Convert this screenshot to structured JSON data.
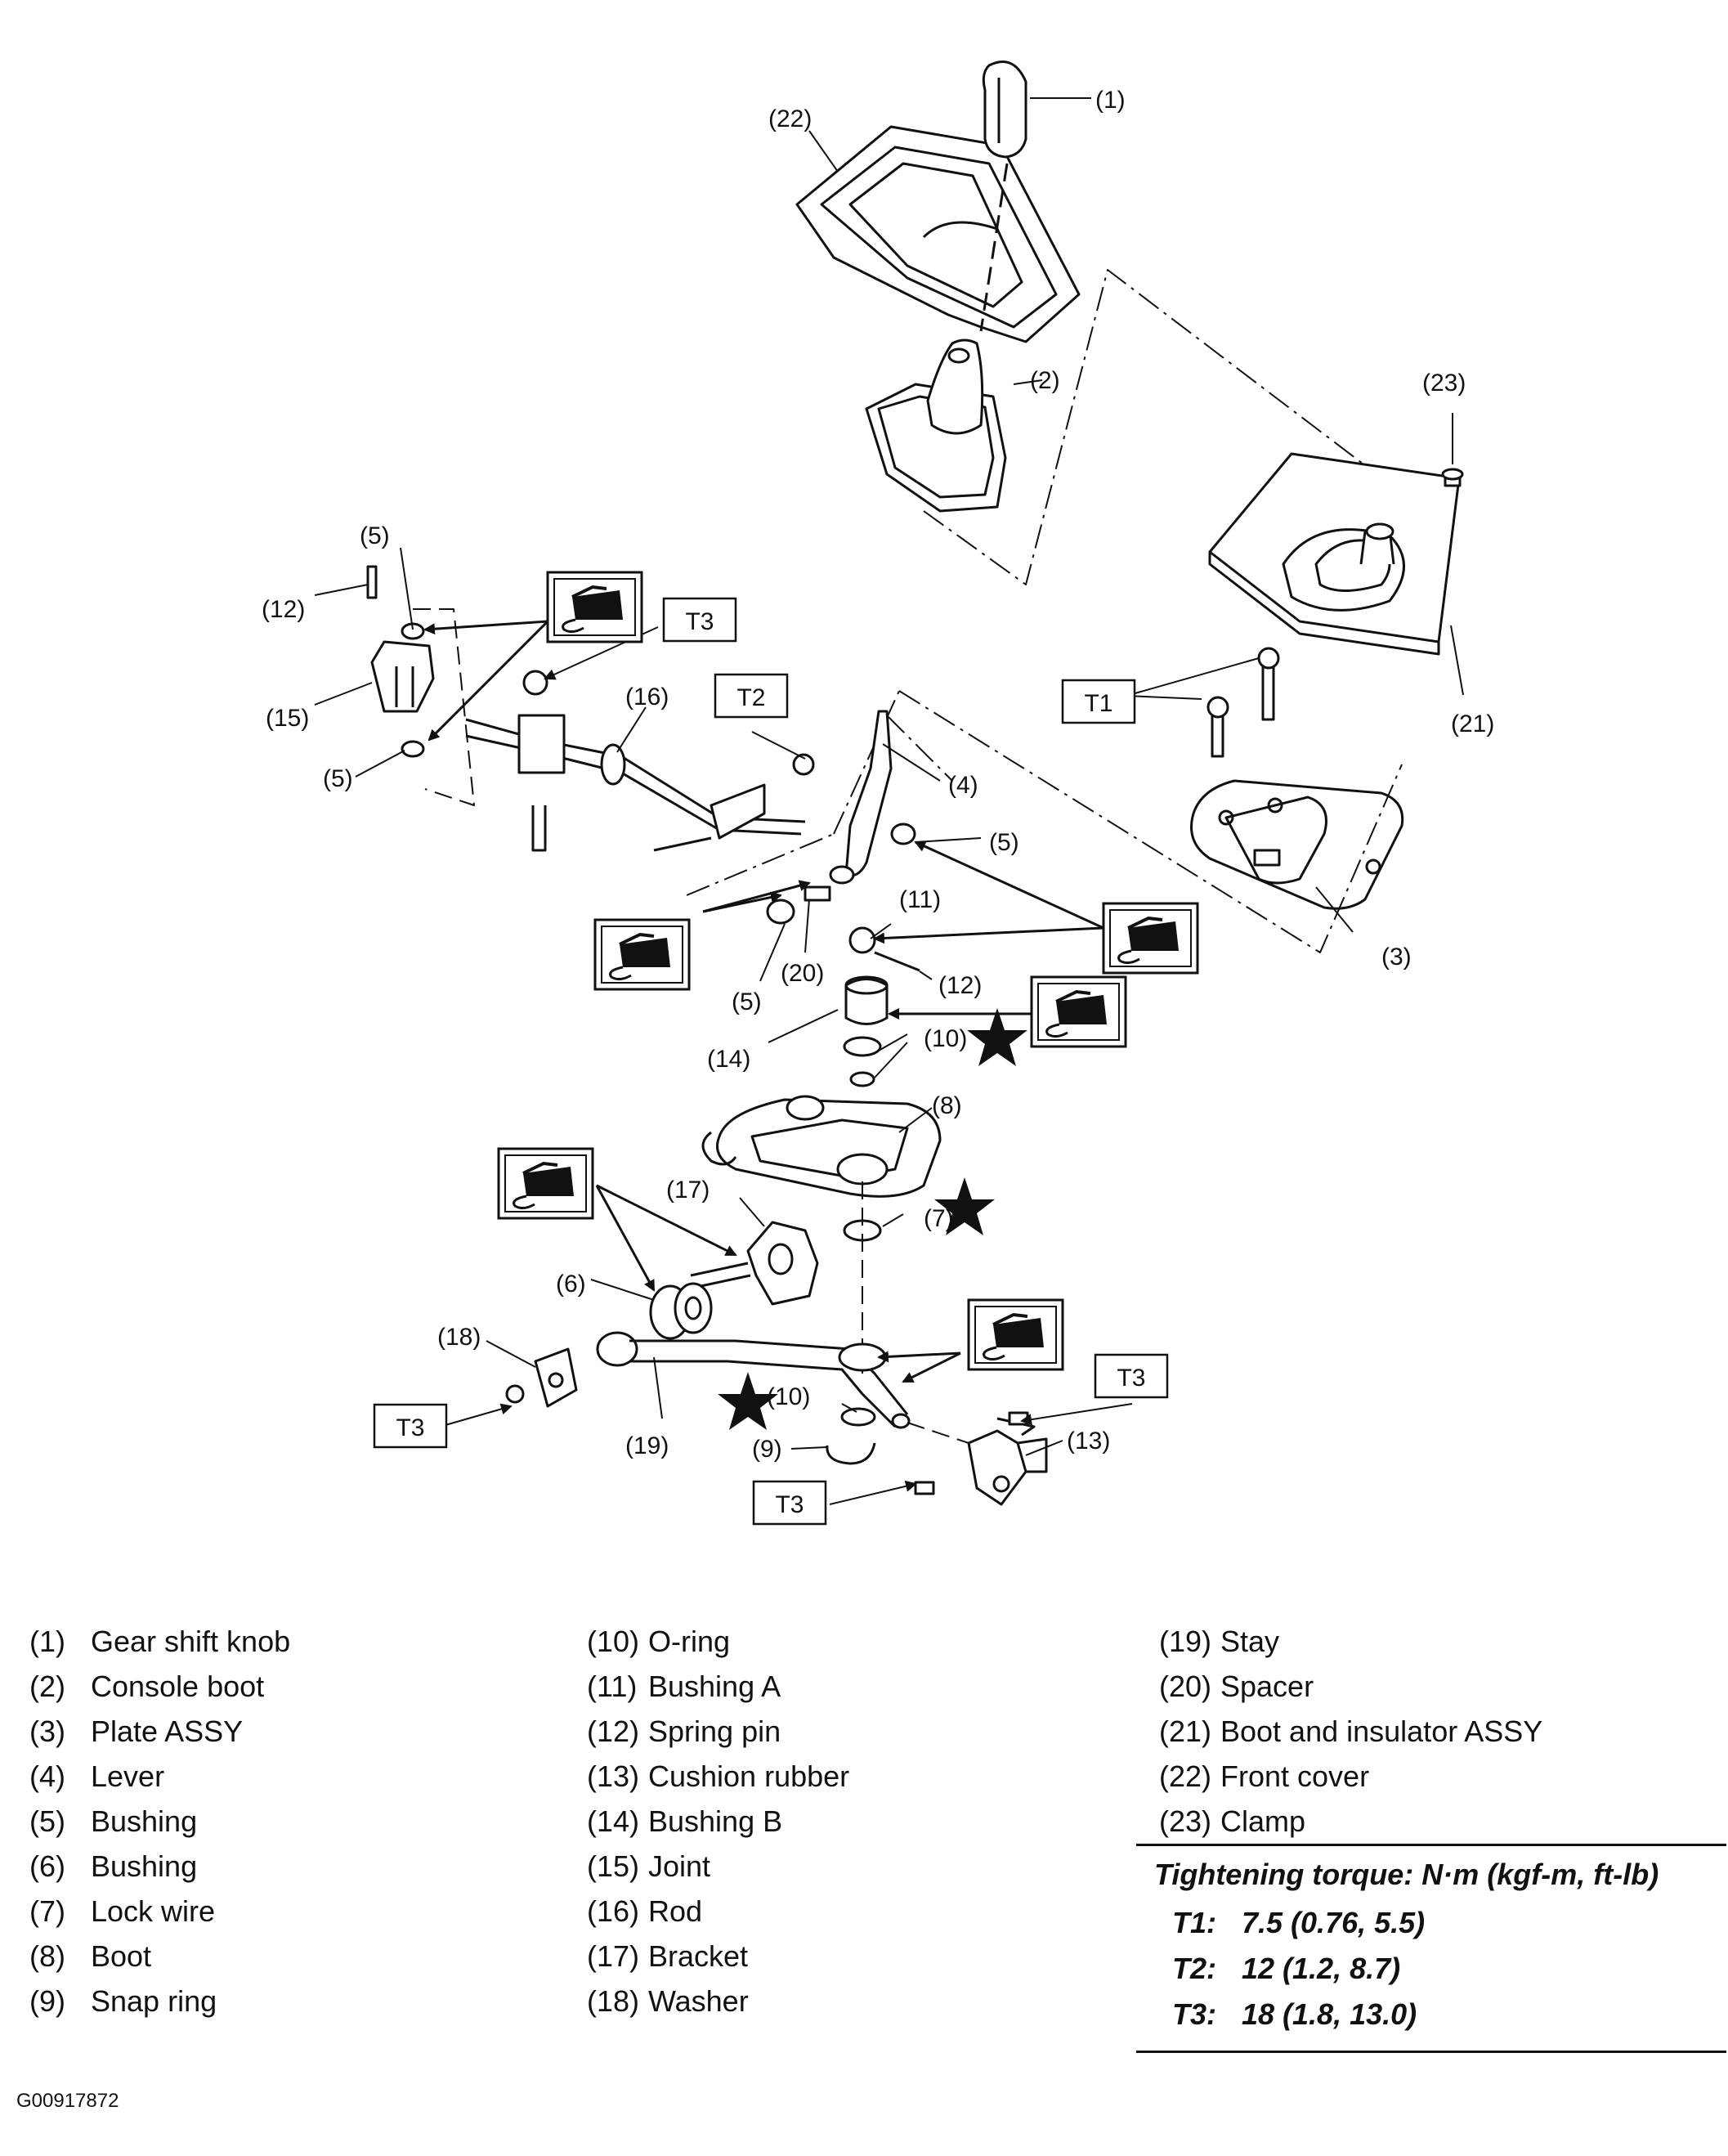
{
  "callouts": {
    "c1": "(1)",
    "c2": "(2)",
    "c3": "(3)",
    "c4": "(4)",
    "c5a": "(5)",
    "c5b": "(5)",
    "c5c": "(5)",
    "c5d": "(5)",
    "c6": "(6)",
    "c7": "(7)",
    "c8": "(8)",
    "c9": "(9)",
    "c10a": "(10)",
    "c10b": "(10)",
    "c11": "(11)",
    "c12a": "(12)",
    "c12b": "(12)",
    "c13": "(13)",
    "c14": "(14)",
    "c15": "(15)",
    "c16": "(16)",
    "c17": "(17)",
    "c18": "(18)",
    "c19": "(19)",
    "c20": "(20)",
    "c21": "(21)",
    "c22": "(22)",
    "c23": "(23)"
  },
  "torque_tags": {
    "t1": "T1",
    "t2": "T2",
    "t3a": "T3",
    "t3b": "T3",
    "t3c": "T3",
    "t3d": "T3"
  },
  "legend": {
    "col1": [
      {
        "num": "(1)",
        "name": "Gear shift knob"
      },
      {
        "num": "(2)",
        "name": "Console boot"
      },
      {
        "num": "(3)",
        "name": "Plate ASSY"
      },
      {
        "num": "(4)",
        "name": "Lever"
      },
      {
        "num": "(5)",
        "name": "Bushing"
      },
      {
        "num": "(6)",
        "name": "Bushing"
      },
      {
        "num": "(7)",
        "name": "Lock wire"
      },
      {
        "num": "(8)",
        "name": "Boot"
      },
      {
        "num": "(9)",
        "name": "Snap ring"
      }
    ],
    "col2": [
      {
        "num": "(10)",
        "name": "O-ring"
      },
      {
        "num": "(11)",
        "name": "Bushing A"
      },
      {
        "num": "(12)",
        "name": "Spring pin"
      },
      {
        "num": "(13)",
        "name": "Cushion rubber"
      },
      {
        "num": "(14)",
        "name": "Bushing B"
      },
      {
        "num": "(15)",
        "name": "Joint"
      },
      {
        "num": "(16)",
        "name": "Rod"
      },
      {
        "num": "(17)",
        "name": "Bracket"
      },
      {
        "num": "(18)",
        "name": "Washer"
      }
    ],
    "col3": [
      {
        "num": "(19)",
        "name": "Stay"
      },
      {
        "num": "(20)",
        "name": "Spacer"
      },
      {
        "num": "(21)",
        "name": "Boot and insulator ASSY"
      },
      {
        "num": "(22)",
        "name": "Front cover"
      },
      {
        "num": "(23)",
        "name": "Clamp"
      }
    ]
  },
  "torque": {
    "title": "Tightening torque: N·m (kgf-m, ft-lb)",
    "rows": [
      {
        "code": "T1:",
        "value": "7.5 (0.76, 5.5)"
      },
      {
        "code": "T2:",
        "value": "12 (1.2, 8.7)"
      },
      {
        "code": "T3:",
        "value": "18 (1.8, 13.0)"
      }
    ]
  },
  "figure_id": "G00917872"
}
